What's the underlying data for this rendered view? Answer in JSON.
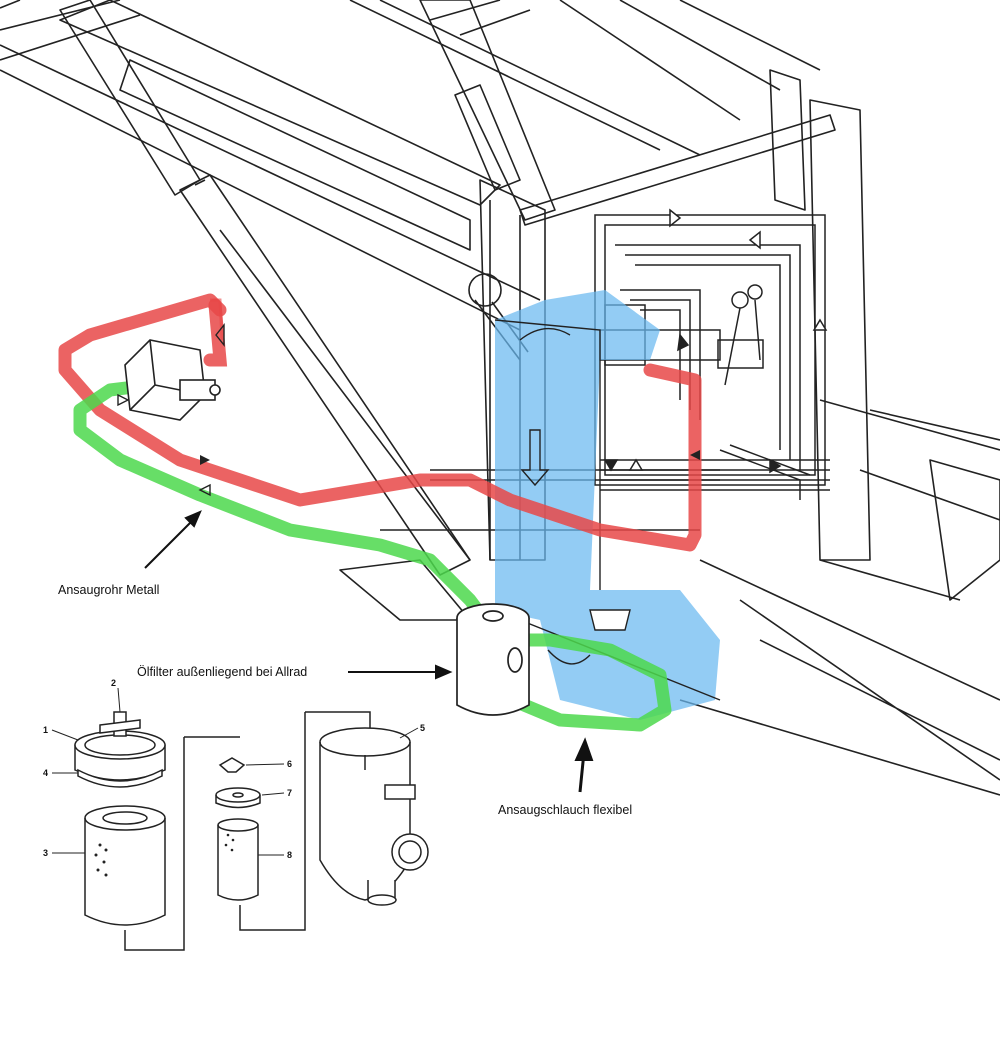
{
  "labels": {
    "ansaugrohr": "Ansaugrohr Metall",
    "oelfilter": "Ölfilter außenliegend bei Allrad",
    "ansaugschlauch": "Ansaugschlauch flexibel"
  },
  "parts": {
    "p1": "1",
    "p2": "2",
    "p3": "3",
    "p4": "4",
    "p5": "5",
    "p6": "6",
    "p7": "7",
    "p8": "8"
  },
  "colors": {
    "pressure_line": "#e84848",
    "suction_line": "#4cd84c",
    "reservoir": "#6ab8f0",
    "linework": "#222222"
  }
}
